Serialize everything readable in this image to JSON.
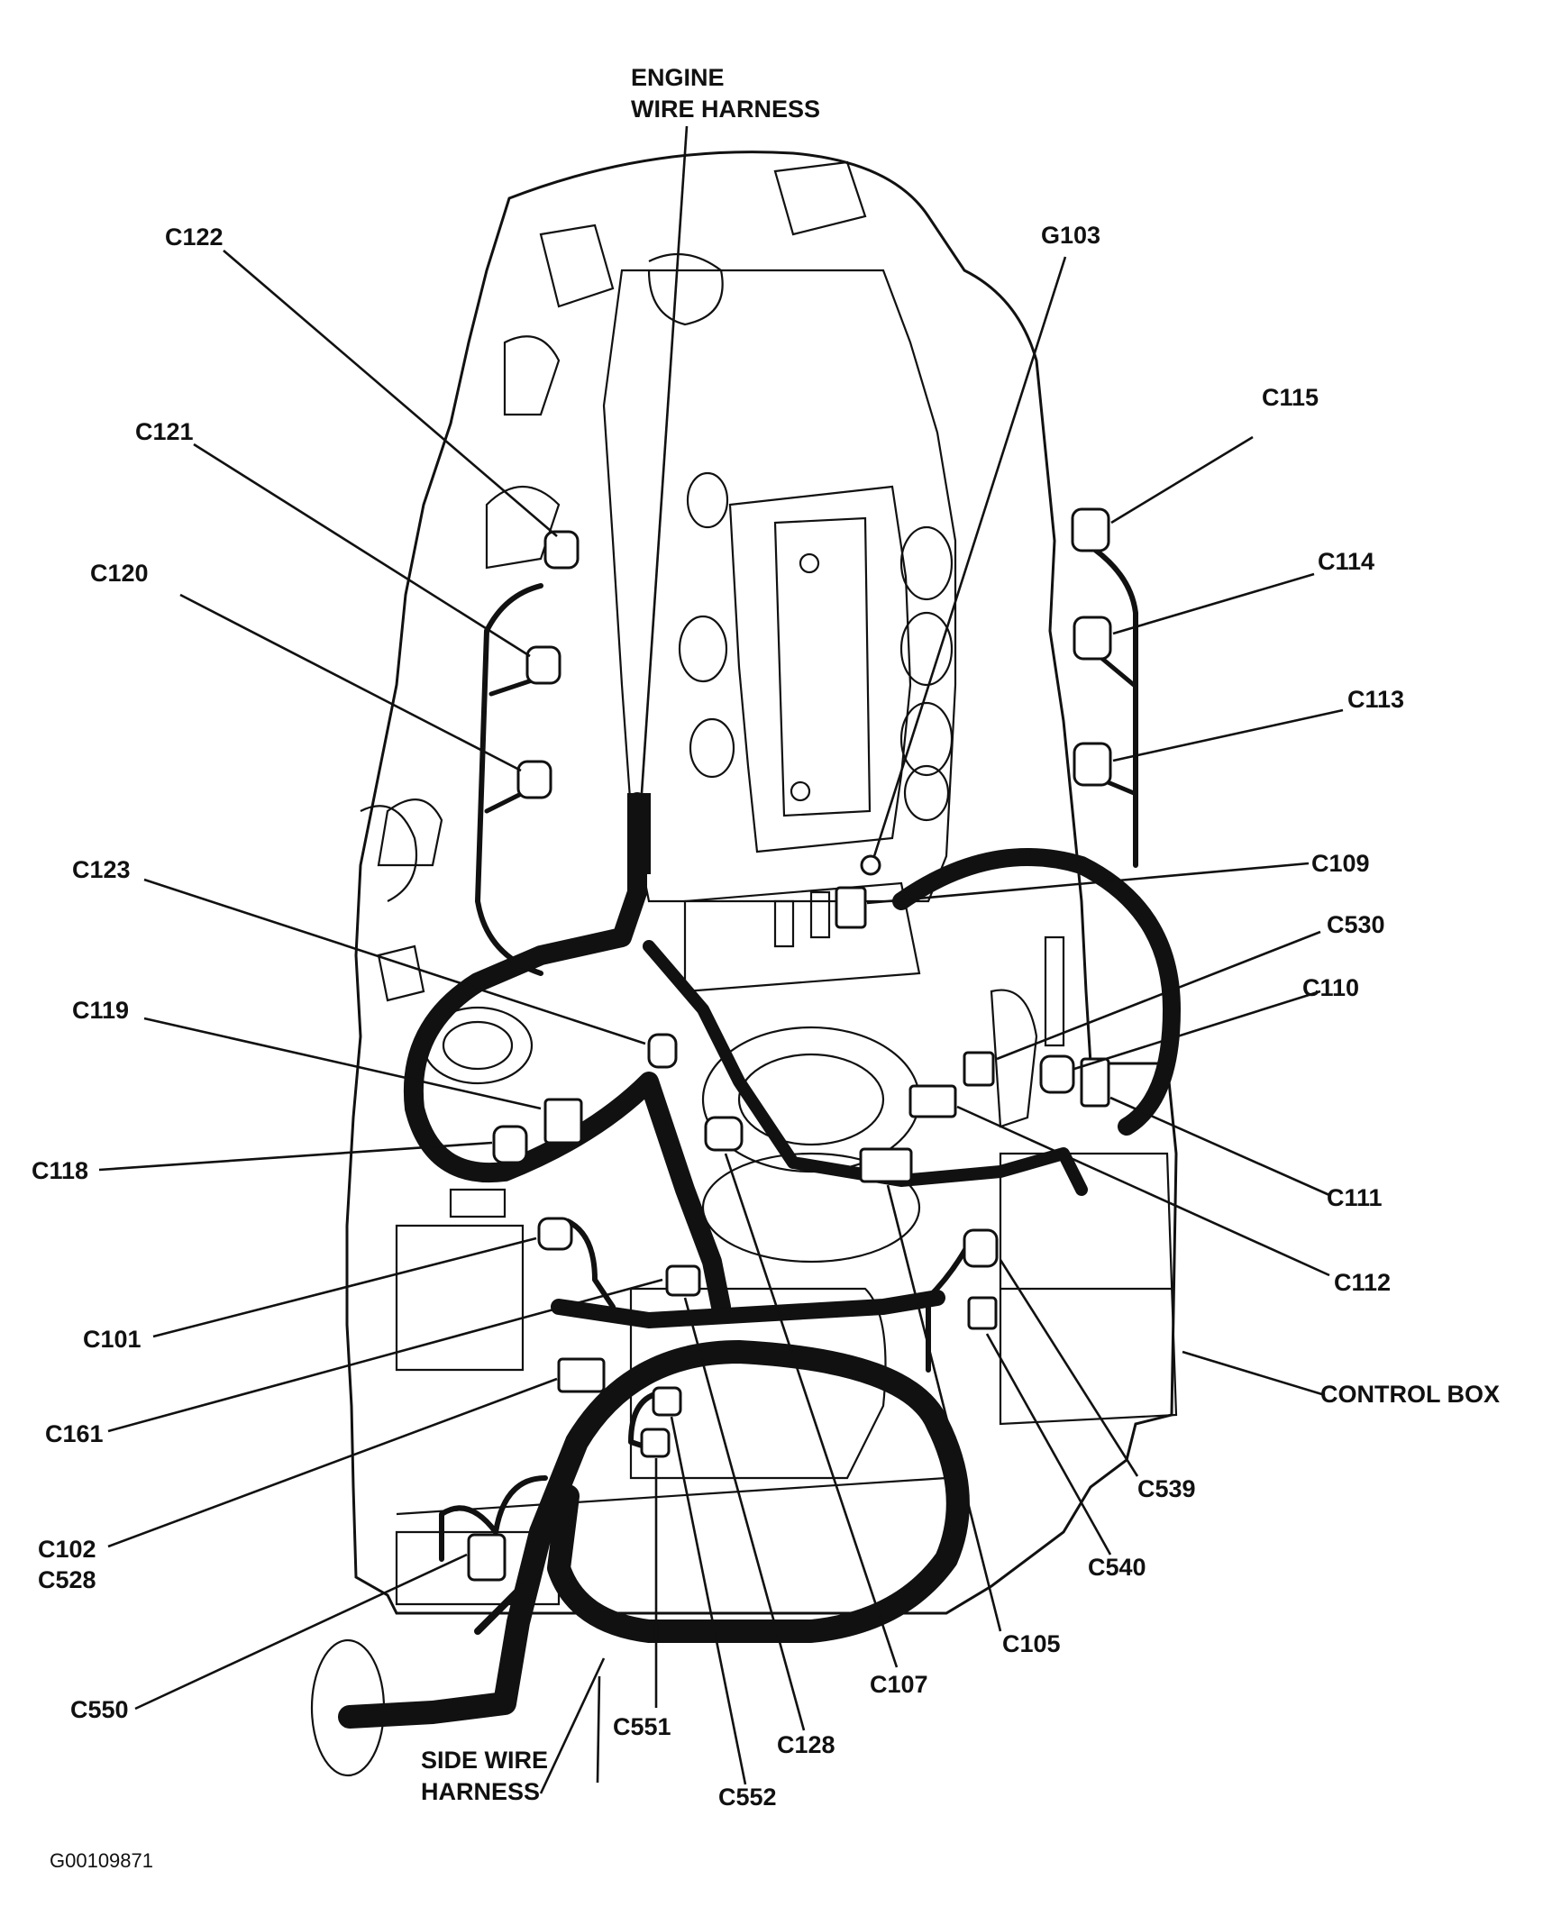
{
  "title_labels": {
    "engine_harness_line1": "ENGINE",
    "engine_harness_line2": "WIRE HARNESS",
    "side_harness_line1": "SIDE WIRE",
    "side_harness_line2": "HARNESS",
    "control_box": "CONTROL BOX"
  },
  "connectors": {
    "c122": "C122",
    "c121": "C121",
    "c120": "C120",
    "c123": "C123",
    "c119": "C119",
    "c118": "C118",
    "c101": "C101",
    "c161": "C161",
    "c102": "C102",
    "c528": "C528",
    "c550": "C550",
    "c551": "C551",
    "c552": "C552",
    "c128": "C128",
    "c107": "C107",
    "c105": "C105",
    "c540": "C540",
    "c539": "C539",
    "c112": "C112",
    "c111": "C111",
    "c110": "C110",
    "c530": "C530",
    "c109": "C109",
    "c113": "C113",
    "c114": "C114",
    "c115": "C115",
    "g103": "G103"
  },
  "figure_id": "G00109871"
}
